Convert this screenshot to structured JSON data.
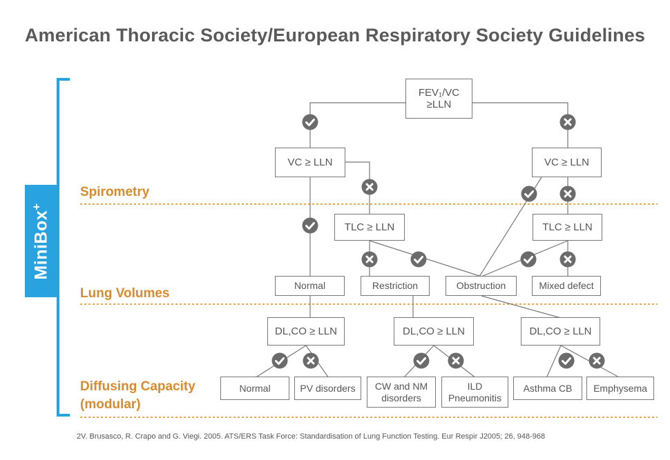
{
  "title": "American Thoracic Society/European Respiratory Society Guidelines",
  "brand": {
    "name": "MiniBox",
    "sup": "+",
    "color": "#29a3e0"
  },
  "sections": {
    "spirometry": "Spirometry",
    "lung_volumes": "Lung Volumes",
    "diffusing_line1": "Diffusing Capacity",
    "diffusing_line2": "(modular)"
  },
  "nodes": {
    "fev1_vc_line1": "FEV₁/VC",
    "fev1_vc_line2": "≥LLN",
    "vc_left": "VC ≥ LLN",
    "vc_right": "VC ≥ LLN",
    "tlc_left": "TLC ≥ LLN",
    "tlc_right": "TLC ≥ LLN",
    "normal_mid": "Normal",
    "restriction": "Restriction",
    "obstruction": "Obstruction",
    "mixed_defect": "Mixed defect",
    "dlco_1": "DL,CO ≥ LLN",
    "dlco_2": "DL,CO ≥ LLN",
    "dlco_3": "DL,CO ≥ LLN",
    "normal_bottom": "Normal",
    "pv_disorders": "PV disorders",
    "cw_nm_line1": "CW and NM",
    "cw_nm_line2": "disorders",
    "ild_line1": "ILD",
    "ild_line2": "Pneumonitis",
    "asthma_cb": "Asthma CB",
    "emphysema": "Emphysema"
  },
  "reference": "2V. Brusasco, R. Crapo and G. Viegi. 2005. ATS/ERS Task Force: Standardisation of Lung Function Testing. Eur Respir J2005; 26, 948-968",
  "colors": {
    "accent": "#d98a2b",
    "icon": "#6b6b6b",
    "line": "#777777"
  },
  "icons": {
    "yes": "check-circle-icon",
    "no": "x-circle-icon"
  }
}
